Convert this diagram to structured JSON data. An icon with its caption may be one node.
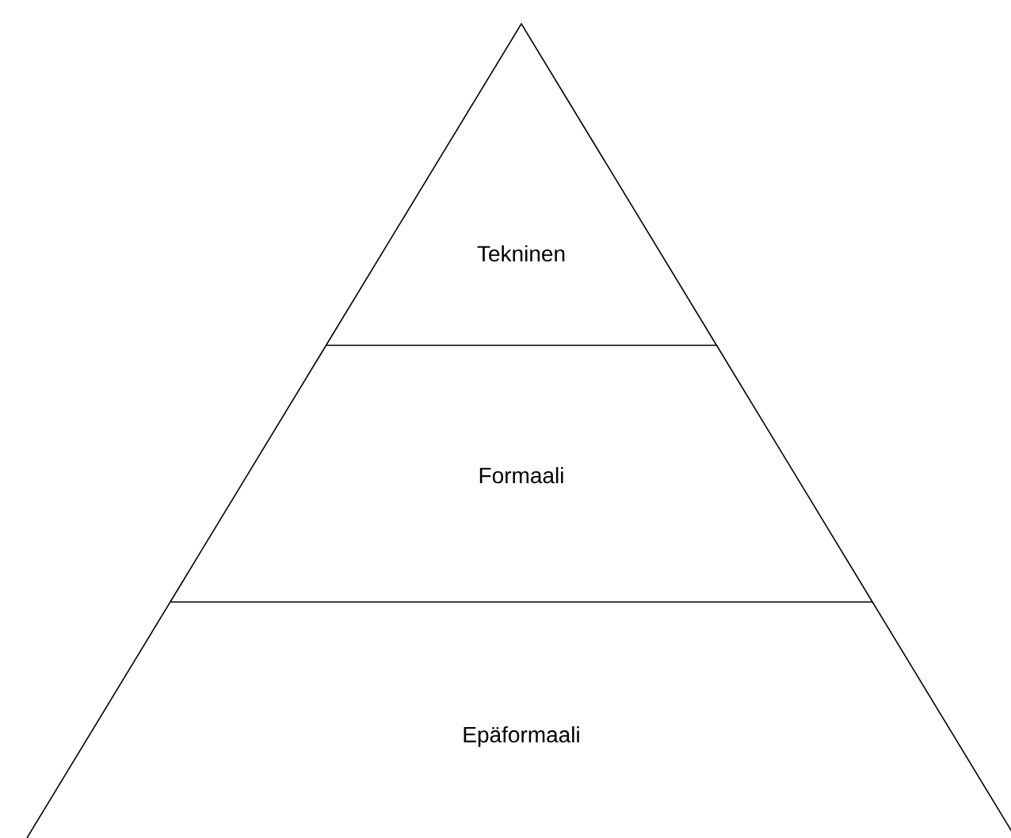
{
  "diagram": {
    "nodes": [
      {
        "text": [
          "Tekninen"
        ]
      },
      {
        "text": [
          "Formaali"
        ]
      },
      {
        "text": [
          "Epäformaali"
        ]
      }
    ]
  }
}
